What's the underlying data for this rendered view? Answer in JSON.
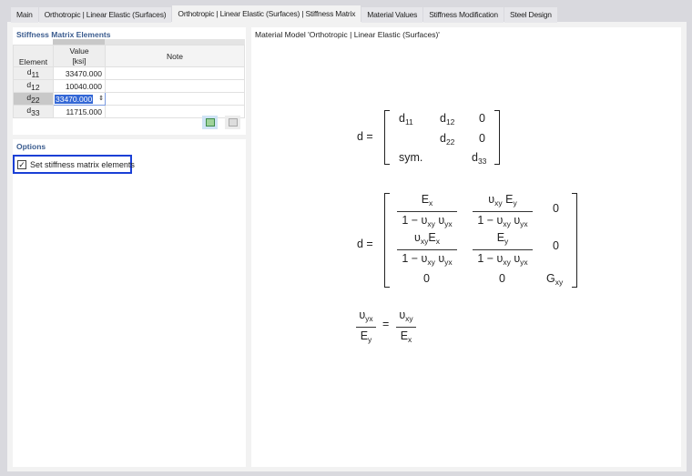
{
  "tabs": [
    {
      "label": "Main",
      "active": false
    },
    {
      "label": "Orthotropic | Linear Elastic (Surfaces)",
      "active": false
    },
    {
      "label": "Orthotropic | Linear Elastic (Surfaces) | Stiffness Matrix",
      "active": true
    },
    {
      "label": "Material Values",
      "active": false
    },
    {
      "label": "Stiffness Modification",
      "active": false
    },
    {
      "label": "Steel Design",
      "active": false
    }
  ],
  "stiffness": {
    "title": "Stiffness Matrix Elements",
    "columns": {
      "element": "Element",
      "value": "Value",
      "unit": "[ksi]",
      "note": "Note"
    },
    "rows": [
      {
        "element": "d",
        "sub": "11",
        "value": "33470.000",
        "note": ""
      },
      {
        "element": "d",
        "sub": "12",
        "value": "10040.000",
        "note": ""
      },
      {
        "element": "d",
        "sub": "22",
        "value": "33470.000",
        "note": "",
        "editing": true
      },
      {
        "element": "d",
        "sub": "33",
        "value": "11715.000",
        "note": ""
      }
    ],
    "buttons": [
      "import-icon",
      "export-icon"
    ]
  },
  "options": {
    "title": "Options",
    "checkbox_label": "Set stiffness matrix elements",
    "checked": true
  },
  "right": {
    "title": "Material Model 'Orthotropic | Linear Elastic (Surfaces)'",
    "formula1": {
      "lhs": "d =",
      "r1": [
        "d11",
        "d12",
        "0"
      ],
      "r2": [
        "d22",
        "0"
      ],
      "r3": [
        "sym.",
        "d33"
      ]
    },
    "formula2": {
      "lhs": "d =",
      "zero": "0",
      "g": "G",
      "gsub": "xy",
      "one_minus": "1 − υ",
      "e": "E",
      "u": "υ"
    },
    "formula3": {
      "eq": "="
    }
  },
  "colors": {
    "accent": "#1a3fd6",
    "title": "#3b5c8f",
    "selection": "#3367d6"
  }
}
